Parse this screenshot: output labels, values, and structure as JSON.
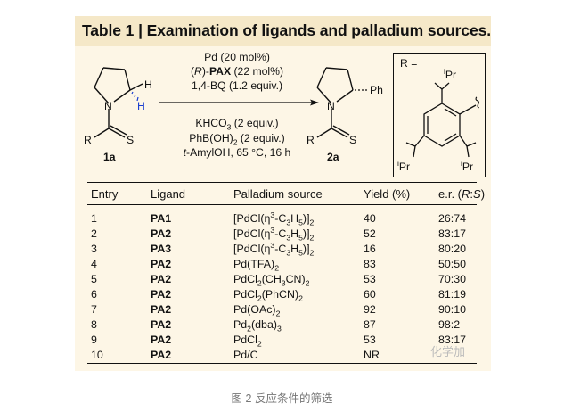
{
  "title": "Table 1 | Examination of ligands and palladium sources.",
  "scheme": {
    "conditions_above": [
      "Pd (20 mol%)",
      "(R)-PAX (22 mol%)",
      "1,4-BQ (1.2 equiv.)"
    ],
    "conditions_below": [
      "KHCO3 (2 equiv.)",
      "PhB(OH)2 (2 equiv.)",
      "t-AmylOH, 65 °C, 16 h"
    ],
    "sm_label": "1a",
    "product_label": "2a",
    "sm_atoms": {
      "N": "N",
      "H1": "H",
      "H2": "H",
      "R": "R",
      "S": "S"
    },
    "product_atoms": {
      "N": "N",
      "Ph": "Ph",
      "R": "R",
      "S": "S"
    },
    "r_group": {
      "label": "R =",
      "iPr": "Pr",
      "iPr_prefix": "i"
    }
  },
  "table": {
    "headers": [
      "Entry",
      "Ligand",
      "Palladium source",
      "Yield (%)",
      "e.r. (R:S)"
    ],
    "rows": [
      {
        "entry": "1",
        "ligand": "PA1",
        "pd": "[PdCl(η3-C3H5)]2",
        "yield": "40",
        "er": "26:74"
      },
      {
        "entry": "2",
        "ligand": "PA2",
        "pd": "[PdCl(η3-C3H5)]2",
        "yield": "52",
        "er": "83:17"
      },
      {
        "entry": "3",
        "ligand": "PA3",
        "pd": "[PdCl(η3-C3H5)]2",
        "yield": "16",
        "er": "80:20"
      },
      {
        "entry": "4",
        "ligand": "PA2",
        "pd": "Pd(TFA)2",
        "yield": "83",
        "er": "50:50"
      },
      {
        "entry": "5",
        "ligand": "PA2",
        "pd": "PdCl2(CH3CN)2",
        "yield": "53",
        "er": "70:30"
      },
      {
        "entry": "6",
        "ligand": "PA2",
        "pd": "PdCl2(PhCN)2",
        "yield": "60",
        "er": "81:19"
      },
      {
        "entry": "7",
        "ligand": "PA2",
        "pd": "Pd(OAc)2",
        "yield": "92",
        "er": "90:10"
      },
      {
        "entry": "8",
        "ligand": "PA2",
        "pd": "Pd2(dba)3",
        "yield": "87",
        "er": "98:2"
      },
      {
        "entry": "9",
        "ligand": "PA2",
        "pd": "PdCl2",
        "yield": "53",
        "er": "83:17"
      },
      {
        "entry": "10",
        "ligand": "PA2",
        "pd": "Pd/C",
        "yield": "NR",
        "er": ""
      }
    ]
  },
  "watermark": "化学加",
  "caption": "图   2 反应条件的筛选",
  "colors": {
    "card_bg": "#fdf6e6",
    "title_bg": "#f5e8c8",
    "stereo_h": "#1a3fd0"
  }
}
